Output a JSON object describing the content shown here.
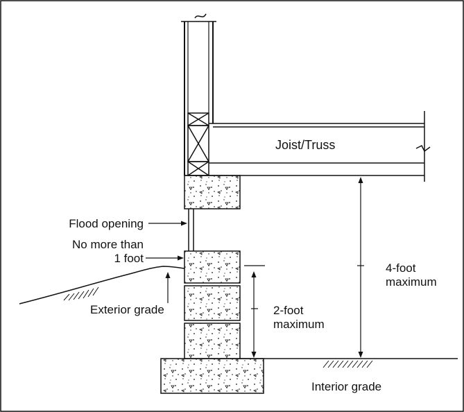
{
  "labels": {
    "joist": "Joist/Truss",
    "flood_opening": "Flood opening",
    "no_more_line1": "No more than",
    "no_more_line2": "1 foot",
    "exterior_grade": "Exterior grade",
    "two_foot_line1": "2-foot",
    "two_foot_line2": "maximum",
    "four_foot_line1": "4-foot",
    "four_foot_line2": "maximum",
    "interior_grade": "Interior grade"
  },
  "colors": {
    "line": "#111111",
    "background": "#ffffff"
  }
}
